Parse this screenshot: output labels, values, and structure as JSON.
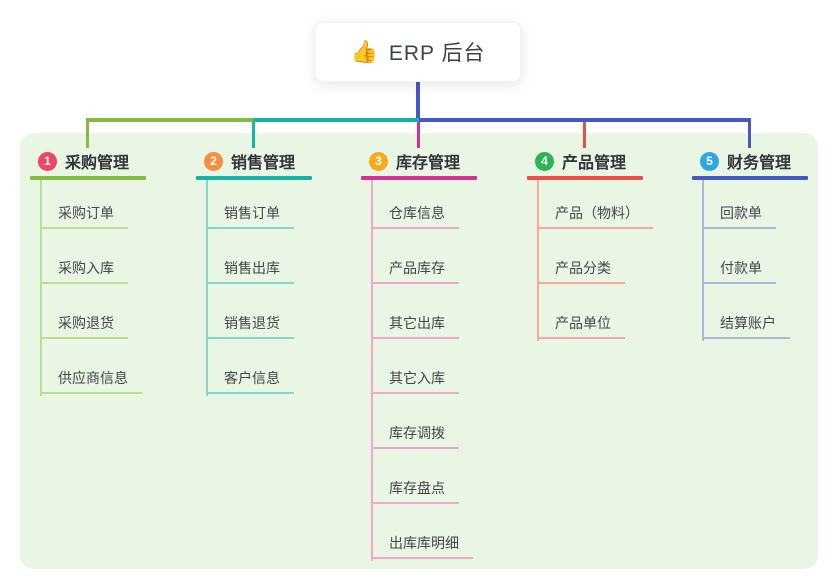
{
  "root": {
    "icon": "👍",
    "label": "ERP 后台"
  },
  "branches": [
    {
      "num": "1",
      "title": "采购管理",
      "badge_color": "#ef4760",
      "line_color": "#84bb40",
      "light_color": "#bcdd94",
      "items": [
        "采购订单",
        "采购入库",
        "采购退货",
        "供应商信息"
      ]
    },
    {
      "num": "2",
      "title": "销售管理",
      "badge_color": "#f98e3f",
      "line_color": "#12b5a7",
      "light_color": "#85d6cd",
      "items": [
        "销售订单",
        "销售出库",
        "销售退货",
        "客户信息"
      ]
    },
    {
      "num": "3",
      "title": "库存管理",
      "badge_color": "#faab1b",
      "line_color": "#d63095",
      "light_color": "#f2a6ce",
      "items": [
        "仓库信息",
        "产品库存",
        "其它出库",
        "其它入库",
        "库存调拨",
        "库存盘点",
        "出库库明细"
      ]
    },
    {
      "num": "4",
      "title": "产品管理",
      "badge_color": "#2cb552",
      "line_color": "#f04b44",
      "light_color": "#f4a89f",
      "items": [
        "产品（物料）",
        "产品分类",
        "产品单位"
      ]
    },
    {
      "num": "5",
      "title": "财务管理",
      "badge_color": "#2ea7e0",
      "line_color": "#4458c7",
      "light_color": "#a9b8de",
      "items": [
        "回款单",
        "付款单",
        "结算账户"
      ]
    }
  ]
}
